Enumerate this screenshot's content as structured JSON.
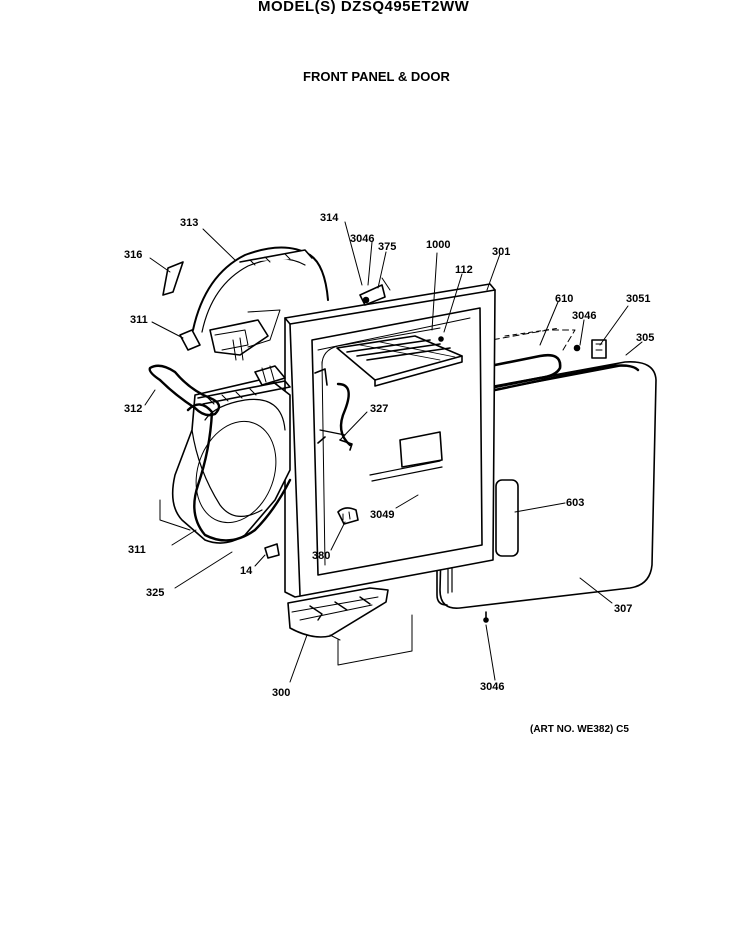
{
  "header": {
    "top_fragment": "",
    "model": "MODEL(S) DZSQ495ET2WW",
    "section_title": "FRONT PANEL & DOOR"
  },
  "callouts": [
    {
      "id": "c313",
      "text": "313"
    },
    {
      "id": "c316",
      "text": "316"
    },
    {
      "id": "c311a",
      "text": "311"
    },
    {
      "id": "c312",
      "text": "312"
    },
    {
      "id": "c311b",
      "text": "311"
    },
    {
      "id": "c325",
      "text": "325"
    },
    {
      "id": "c14",
      "text": "14"
    },
    {
      "id": "c314",
      "text": "314"
    },
    {
      "id": "c3046a",
      "text": "3046"
    },
    {
      "id": "c375",
      "text": "375"
    },
    {
      "id": "c1000",
      "text": "1000"
    },
    {
      "id": "c301",
      "text": "301"
    },
    {
      "id": "c112",
      "text": "112"
    },
    {
      "id": "c610",
      "text": "610"
    },
    {
      "id": "c3051",
      "text": "3051"
    },
    {
      "id": "c3046b",
      "text": "3046"
    },
    {
      "id": "c305",
      "text": "305"
    },
    {
      "id": "c327",
      "text": "327"
    },
    {
      "id": "c3049",
      "text": "3049"
    },
    {
      "id": "c380",
      "text": "380"
    },
    {
      "id": "c603",
      "text": "603"
    },
    {
      "id": "c307",
      "text": "307"
    },
    {
      "id": "c300",
      "text": "300"
    },
    {
      "id": "c3046c",
      "text": "3046"
    }
  ],
  "footer": {
    "art_no": "(ART NO. WE382) C5"
  }
}
